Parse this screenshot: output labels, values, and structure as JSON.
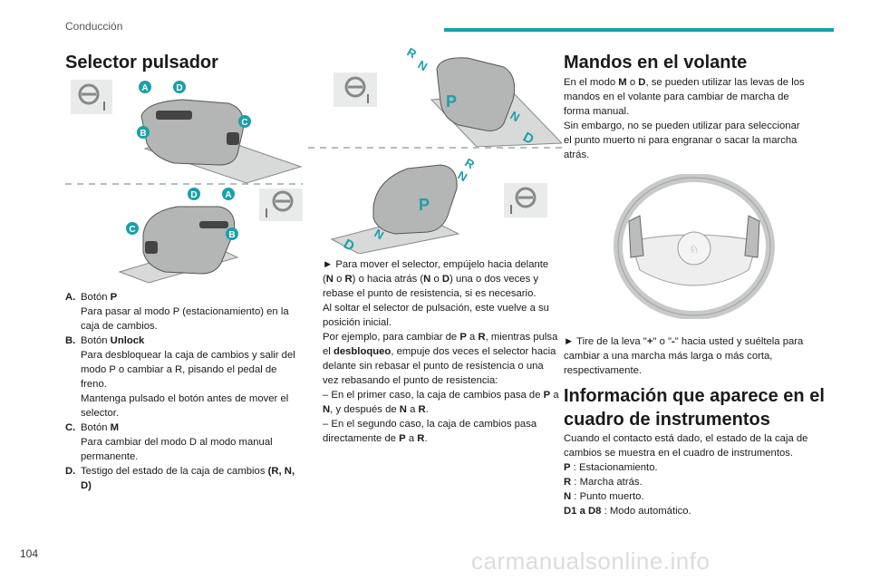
{
  "header": {
    "section": "Conducción",
    "accent": "#1aa0a9"
  },
  "page_number": "104",
  "watermark": "carmanualsonline.info",
  "left": {
    "title": "Selector pulsador",
    "figure_top": {
      "labels": [
        "A",
        "D",
        "C",
        "B"
      ]
    },
    "figure_bottom": {
      "labels": [
        "D",
        "A",
        "C",
        "B"
      ]
    },
    "legend": [
      {
        "letter": "A.",
        "title": "Botón ",
        "title_bold": "P",
        "lines": [
          "Para pasar al modo P (estacionamiento) en la caja de cambios."
        ]
      },
      {
        "letter": "B.",
        "title": "Botón ",
        "title_bold": "Unlock",
        "lines": [
          "Para desbloquear la caja de cambios y salir del modo P o cambiar a R, pisando el pedal de freno.",
          "Mantenga pulsado el botón antes de mover el selector."
        ]
      },
      {
        "letter": "C.",
        "title": "Botón ",
        "title_bold": "M",
        "lines": [
          "Para cambiar del modo D al modo manual permanente."
        ]
      },
      {
        "letter": "D.",
        "title": "Testigo del estado de la caja de cambios ",
        "title_bold": "(R, N, D)",
        "lines": []
      }
    ]
  },
  "middle": {
    "figure_top": {
      "letters": [
        "R",
        "N",
        "P",
        "N",
        "D"
      ]
    },
    "figure_bottom": {
      "letters": [
        "R",
        "N",
        "P",
        "N",
        "D"
      ]
    },
    "p1_a": "► Para mover el selector, empújelo hacia delante (",
    "p1_b": "N",
    "p1_c": " o ",
    "p1_d": "R",
    "p1_e": ") o hacia atrás (",
    "p1_f": "N",
    "p1_g": " o ",
    "p1_h": "D",
    "p1_i": ") una o dos veces y rebase el punto de resistencia, si es necesario.",
    "p2": "Al soltar el selector de pulsación, este vuelve a su posición inicial.",
    "p3_a": "Por ejemplo, para cambiar de ",
    "p3_b": "P",
    "p3_c": " a ",
    "p3_d": "R",
    "p3_e": ", mientras pulsa el ",
    "p3_f": "desbloqueo",
    "p3_g": ", empuje dos veces el selector hacia delante sin rebasar el punto de resistencia o una vez rebasando el punto de resistencia:",
    "p4_a": "– En el primer caso, la caja de cambios pasa de ",
    "p4_b": "P",
    "p4_c": " a ",
    "p4_d": "N",
    "p4_e": ", y después de ",
    "p4_f": "N",
    "p4_g": " a ",
    "p4_h": "R",
    "p4_i": ".",
    "p5_a": "– En el segundo caso, la caja de cambios pasa directamente de ",
    "p5_b": "P",
    "p5_c": " a ",
    "p5_d": "R",
    "p5_e": "."
  },
  "right": {
    "title": "Mandos en el volante",
    "p1_a": "En el modo ",
    "p1_b": "M",
    "p1_c": " o ",
    "p1_d": "D",
    "p1_e": ", se pueden utilizar las levas de los mandos en el volante para cambiar de marcha de forma manual.",
    "p2": "Sin embargo, no se pueden utilizar para seleccionar el punto muerto ni para engranar o sacar la marcha atrás.",
    "tire_a": "► Tire de la leva \"",
    "tire_b": "+",
    "tire_c": "\" o \"",
    "tire_d": "-",
    "tire_e": "\" hacia usted y suéltela para cambiar a una marcha más larga o más corta, respectivamente.",
    "info_title": "Información que aparece en el cuadro de instrumentos",
    "info_p": "Cuando el contacto está dado, el estado de la caja de cambios se muestra en el cuadro de instrumentos.",
    "states": [
      {
        "k": "P",
        "v": " : Estacionamiento."
      },
      {
        "k": "R",
        "v": " : Marcha atrás."
      },
      {
        "k": "N",
        "v": " : Punto muerto."
      },
      {
        "k": "D1 a D8",
        "v": " : Modo automático."
      }
    ]
  }
}
